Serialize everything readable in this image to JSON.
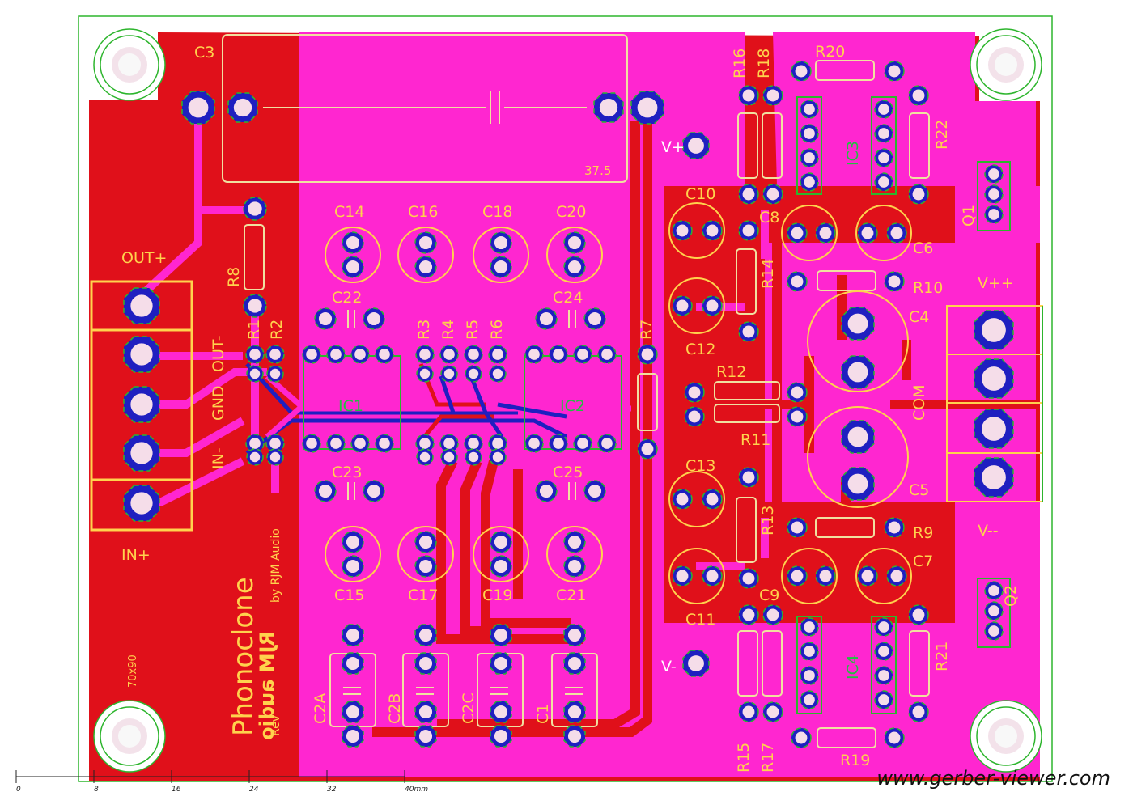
{
  "board": {
    "product": "Phonoclone",
    "credit": "by RJM Audio",
    "rev_mirrored": "RJM audio",
    "rev_prefix": "Rev",
    "size": "70x90",
    "cap_value": "37.5"
  },
  "connectors": {
    "left": [
      "OUT+",
      "OUT-",
      "GND",
      "IN-",
      "IN+"
    ],
    "right": [
      "V++",
      "COM",
      "V--"
    ],
    "vplus": "V+",
    "vminus": "V-"
  },
  "refs": {
    "C3": "C3",
    "C14": "C14",
    "C16": "C16",
    "C18": "C18",
    "C20": "C20",
    "C22": "C22",
    "C24": "C24",
    "C23": "C23",
    "C25": "C25",
    "C15": "C15",
    "C17": "C17",
    "C19": "C19",
    "C21": "C21",
    "C2A": "C2A",
    "C2B": "C2B",
    "C2C": "C2C",
    "C1": "C1",
    "R1": "R1",
    "R2": "R2",
    "R3": "R3",
    "R4": "R4",
    "R5": "R5",
    "R6": "R6",
    "R7": "R7",
    "R8": "R8",
    "IC1": "IC1",
    "IC2": "IC2",
    "IC3": "IC3",
    "IC4": "IC4",
    "R16": "R16",
    "R18": "R18",
    "R20": "R20",
    "R22": "R22",
    "C10": "C10",
    "C8": "C8",
    "C6": "C6",
    "R14": "R14",
    "R10": "R10",
    "C12": "C12",
    "C4": "C4",
    "R12": "R12",
    "R11": "R11",
    "C13": "C13",
    "C5": "C5",
    "R13": "R13",
    "R9": "R9",
    "C7": "C7",
    "C9": "C9",
    "C11": "C11",
    "R15": "R15",
    "R17": "R17",
    "R19": "R19",
    "R21": "R21",
    "Q1": "Q1",
    "Q2": "Q2"
  },
  "scale": {
    "ticks": [
      "0",
      "8",
      "16",
      "24",
      "32",
      "40mm"
    ]
  },
  "watermark": "www.gerber-viewer.com",
  "colors": {
    "copper_top": "#e0101a",
    "copper_bottom": "#ff26d0",
    "silk": "#ffd24d",
    "pad_ring": "#1f1fc0",
    "board_outline": "#2db52d"
  }
}
